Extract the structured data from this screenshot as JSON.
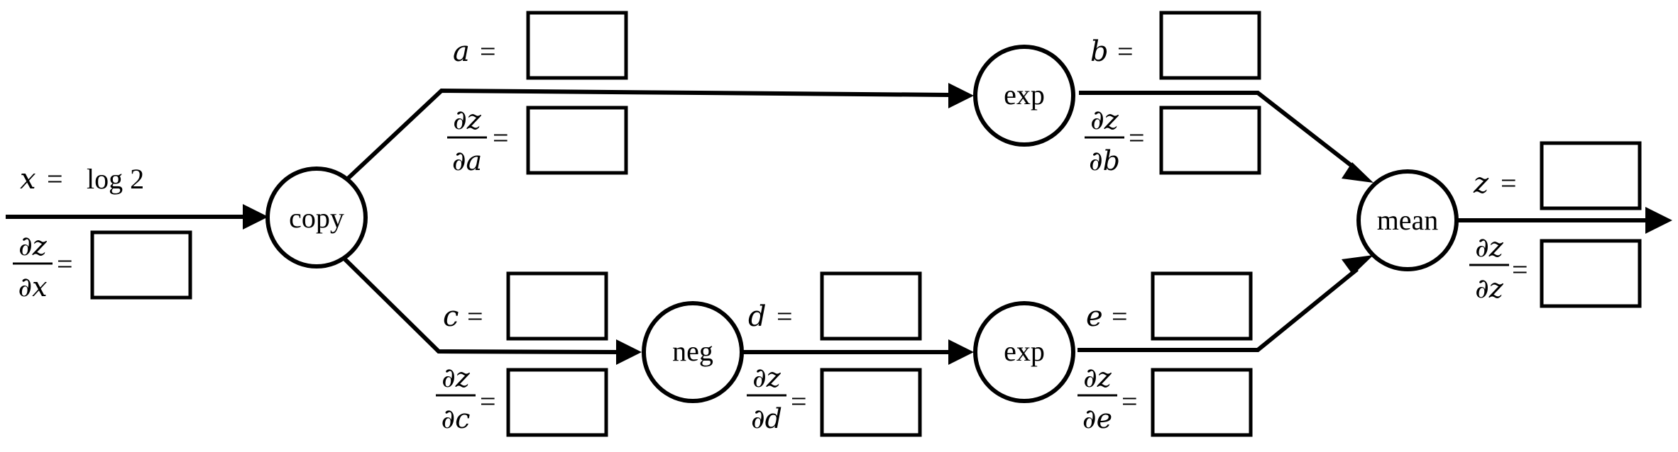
{
  "nodes": {
    "copy": "copy",
    "exp_top": "exp",
    "neg": "neg",
    "exp_bottom": "exp",
    "mean": "mean"
  },
  "variables": {
    "x": {
      "name": "x",
      "equals": "=",
      "value": "log 2"
    },
    "a": {
      "name": "a",
      "equals": "="
    },
    "b": {
      "name": "b",
      "equals": "="
    },
    "c": {
      "name": "c",
      "equals": "="
    },
    "d": {
      "name": "d",
      "equals": "="
    },
    "e": {
      "name": "e",
      "equals": "="
    },
    "z": {
      "name": "z",
      "equals": "="
    }
  },
  "gradients": {
    "x": {
      "numerator": "∂z",
      "denominator": "∂x",
      "equals": "="
    },
    "a": {
      "numerator": "∂z",
      "denominator": "∂a",
      "equals": "="
    },
    "b": {
      "numerator": "∂z",
      "denominator": "∂b",
      "equals": "="
    },
    "c": {
      "numerator": "∂z",
      "denominator": "∂c",
      "equals": "="
    },
    "d": {
      "numerator": "∂z",
      "denominator": "∂d",
      "equals": "="
    },
    "e": {
      "numerator": "∂z",
      "denominator": "∂e",
      "equals": "="
    },
    "z": {
      "numerator": "∂z",
      "denominator": "∂z",
      "equals": "="
    }
  }
}
